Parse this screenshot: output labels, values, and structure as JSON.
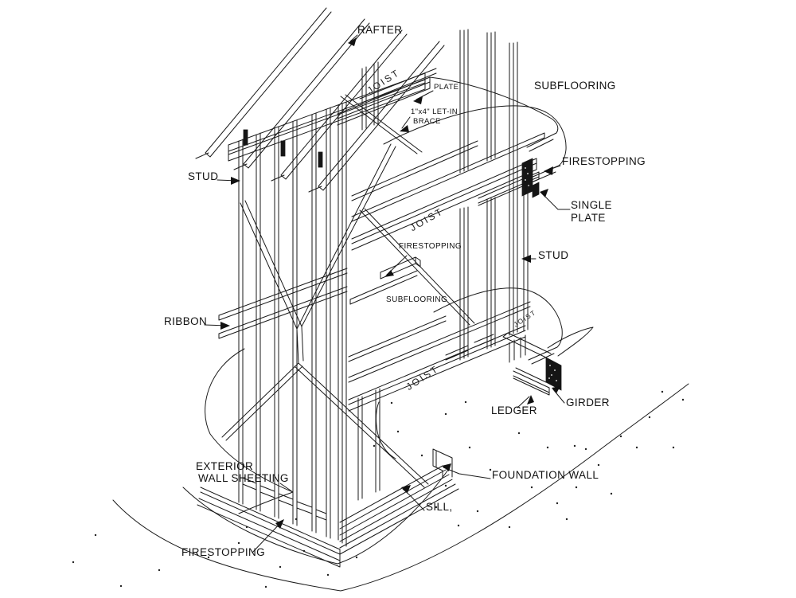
{
  "diagram": {
    "background": "#ffffff",
    "ink": "#1a1a1a",
    "labels": {
      "rafter": "RAFTER",
      "plate": "PLATE",
      "let_in_brace_line1": "1\"x4\" LET-IN",
      "let_in_brace_line2": "BRACE",
      "subflooring_top": "SUBFLOORING",
      "firestopping_right": "FIRESTOPPING",
      "single_plate_line1": "SINGLE",
      "single_plate_line2": "PLATE",
      "stud_right": "STUD",
      "stud_left": "STUD",
      "joist": "JOIST",
      "firestopping_mid": "FIRESTOPPING",
      "subflooring_mid": "SUBFLOORING",
      "ribbon": "RIBBON",
      "ledger": "LEDGER",
      "girder": "GIRDER",
      "foundation_wall": "FOUNDATION WALL",
      "sill": "SILL,",
      "exterior_wall_sheeting_line1": "EXTERIOR",
      "exterior_wall_sheeting_line2": "WALL SHEETING",
      "firestopping_bottom": "FIRESTOPPING"
    }
  }
}
